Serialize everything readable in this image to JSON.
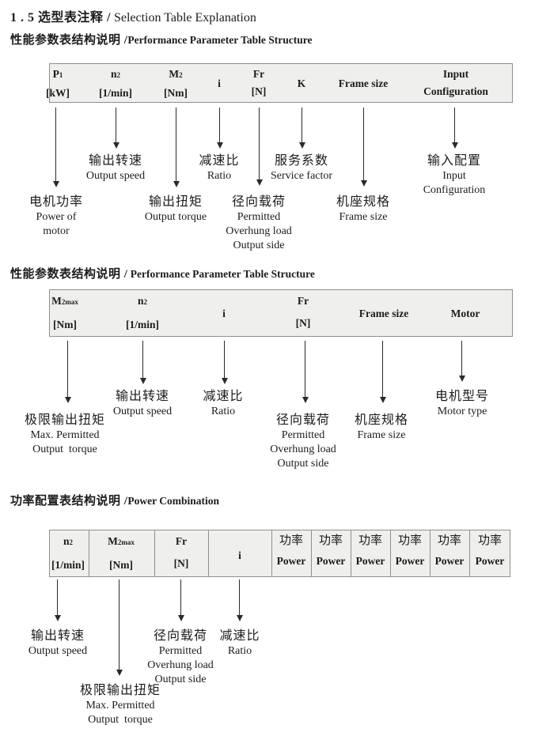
{
  "title": {
    "zh": "1 . 5 选型表注释 /",
    "en": " Selection Table Explanation"
  },
  "s1": {
    "heading_zh": "性能参数表结构说明 /",
    "heading_en": "Performance Parameter Table Structure",
    "cols": {
      "p1": {
        "sym": "P",
        "sub": "1",
        "unit": "[kW]"
      },
      "n2": {
        "sym": "n",
        "sub": "2",
        "unit": "[1/min]"
      },
      "m2": {
        "sym": "M",
        "sub": "2",
        "unit": "[Nm]"
      },
      "i": {
        "sym": "i"
      },
      "fr": {
        "sym": "Fr",
        "unit": "[N]"
      },
      "k": {
        "sym": "K"
      },
      "frame": {
        "sym": "Frame size"
      },
      "input": {
        "l1": "Input",
        "l2": "Configuration"
      }
    },
    "notes": {
      "p1": {
        "zh": "电机功率",
        "en1": "Power of",
        "en2": "motor"
      },
      "n2": {
        "zh": "输出转速",
        "en1": "Output speed"
      },
      "m2": {
        "zh": "输出扭矩",
        "en1": "Output torque"
      },
      "i": {
        "zh": "减速比",
        "en1": "Ratio"
      },
      "fr": {
        "zh": "径向载荷",
        "en1": "Permitted",
        "en2": "Overhung load",
        "en3": "Output side"
      },
      "k": {
        "zh": "服务系数",
        "en1": "Service factor"
      },
      "frame": {
        "zh": "机座规格",
        "en1": "Frame size"
      },
      "input": {
        "zh": "输入配置",
        "en1": "Input",
        "en2": "Configuration"
      }
    }
  },
  "s2": {
    "heading_zh": "性能参数表结构说明 /",
    "heading_en": " Performance Parameter Table Structure",
    "cols": {
      "m2max": {
        "sym": "M",
        "sub": "2max",
        "unit": "[Nm]"
      },
      "n2": {
        "sym": "n",
        "sub": "2",
        "unit": "[1/min]"
      },
      "i": {
        "sym": "i"
      },
      "fr": {
        "sym": "Fr",
        "unit": "[N]"
      },
      "frame": {
        "sym": "Frame size"
      },
      "motor": {
        "sym": "Motor"
      }
    },
    "notes": {
      "m2max": {
        "zh": "极限输出扭矩",
        "en1": "Max. Permitted",
        "en2": "Output  torque"
      },
      "n2": {
        "zh": "输出转速",
        "en1": "Output speed"
      },
      "i": {
        "zh": "减速比",
        "en1": "Ratio"
      },
      "fr": {
        "zh": "径向载荷",
        "en1": "Permitted",
        "en2": "Overhung load",
        "en3": "Output side"
      },
      "frame": {
        "zh": "机座规格",
        "en1": "Frame size"
      },
      "motor": {
        "zh": "电机型号",
        "en1": "Motor type"
      }
    }
  },
  "s3": {
    "heading_zh": "功率配置表结构说明 /",
    "heading_en": "Power Combination",
    "cols": {
      "n2": {
        "sym": "n",
        "sub": "2",
        "unit": "[1/min]"
      },
      "m2max": {
        "sym": "M",
        "sub": "2max",
        "unit": "[Nm]"
      },
      "fr": {
        "sym": "Fr",
        "unit": "[N]"
      },
      "i": {
        "sym": "i"
      },
      "power": {
        "zh": "功率",
        "en": "Power"
      }
    },
    "notes": {
      "n2": {
        "zh": "输出转速",
        "en1": "Output speed"
      },
      "m2max": {
        "zh": "极限输出扭矩",
        "en1": "Max. Permitted",
        "en2": "Output  torque"
      },
      "fr": {
        "zh": "径向载荷",
        "en1": "Permitted",
        "en2": "Overhung load",
        "en3": "Output side"
      },
      "i": {
        "zh": "减速比",
        "en1": "Ratio"
      }
    }
  }
}
